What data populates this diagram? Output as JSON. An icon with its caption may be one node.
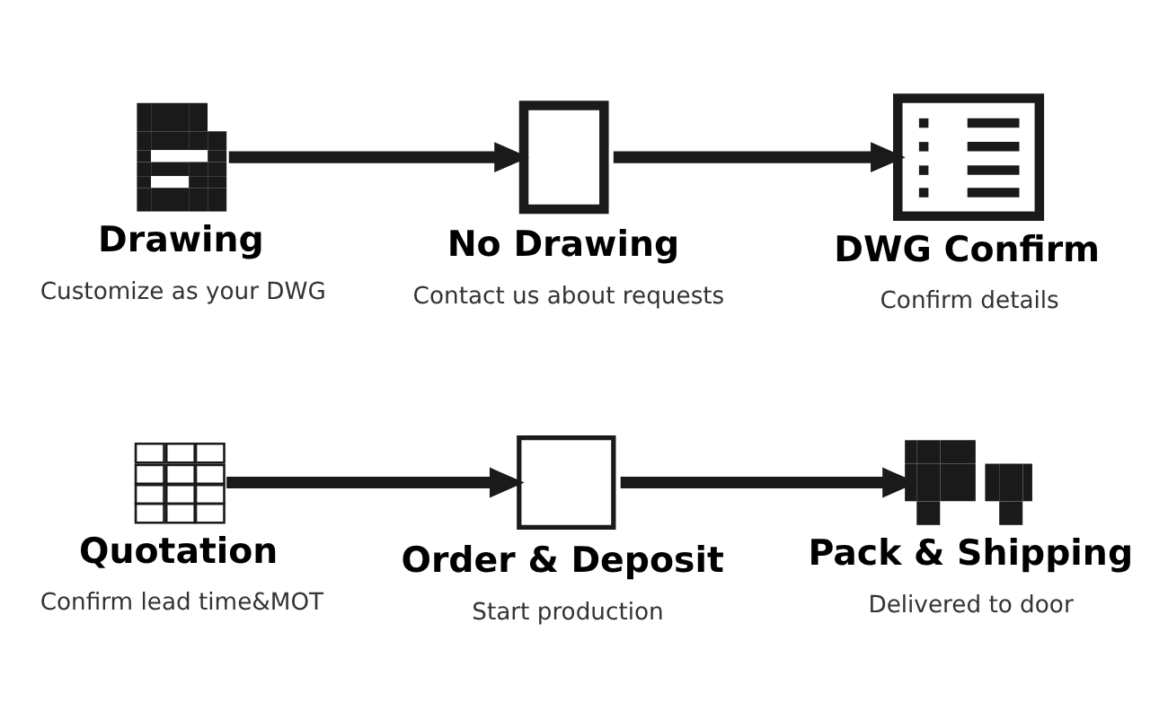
{
  "diagram": {
    "nodes": [
      {
        "text": [
          "Drawing",
          "Customize as your DWG"
        ]
      },
      {
        "text": [
          "No Drawing",
          "Contact us about requests"
        ]
      },
      {
        "text": [
          "DWG Confirm",
          "Confirm details"
        ]
      },
      {
        "text": [
          "Quotation",
          "Confirm lead time&MOT"
        ]
      },
      {
        "text": [
          "Order & Deposit",
          "Start production"
        ]
      },
      {
        "text": [
          "Pack & Shipping",
          "Delivered to door"
        ]
      }
    ],
    "edges": [
      {
        "from": 0,
        "to": 1,
        "arrow": "to"
      },
      {
        "from": 1,
        "to": 2,
        "arrow": "to"
      },
      {
        "from": 3,
        "to": 4,
        "arrow": "to"
      },
      {
        "from": 4,
        "to": 5,
        "arrow": "to"
      }
    ]
  }
}
